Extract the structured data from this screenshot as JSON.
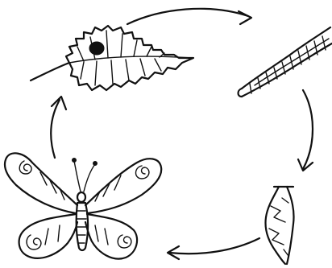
{
  "diagram": {
    "stages": [
      {
        "key": "egg-on-leaf"
      },
      {
        "key": "caterpillar"
      },
      {
        "key": "chrysalis"
      },
      {
        "key": "butterfly"
      }
    ],
    "arrows": [
      {
        "from": "egg-on-leaf",
        "to": "caterpillar"
      },
      {
        "from": "caterpillar",
        "to": "chrysalis"
      },
      {
        "from": "chrysalis",
        "to": "butterfly"
      },
      {
        "from": "butterfly",
        "to": "egg-on-leaf"
      }
    ],
    "colors": {
      "ink": "#111111",
      "background": "#ffffff"
    }
  }
}
